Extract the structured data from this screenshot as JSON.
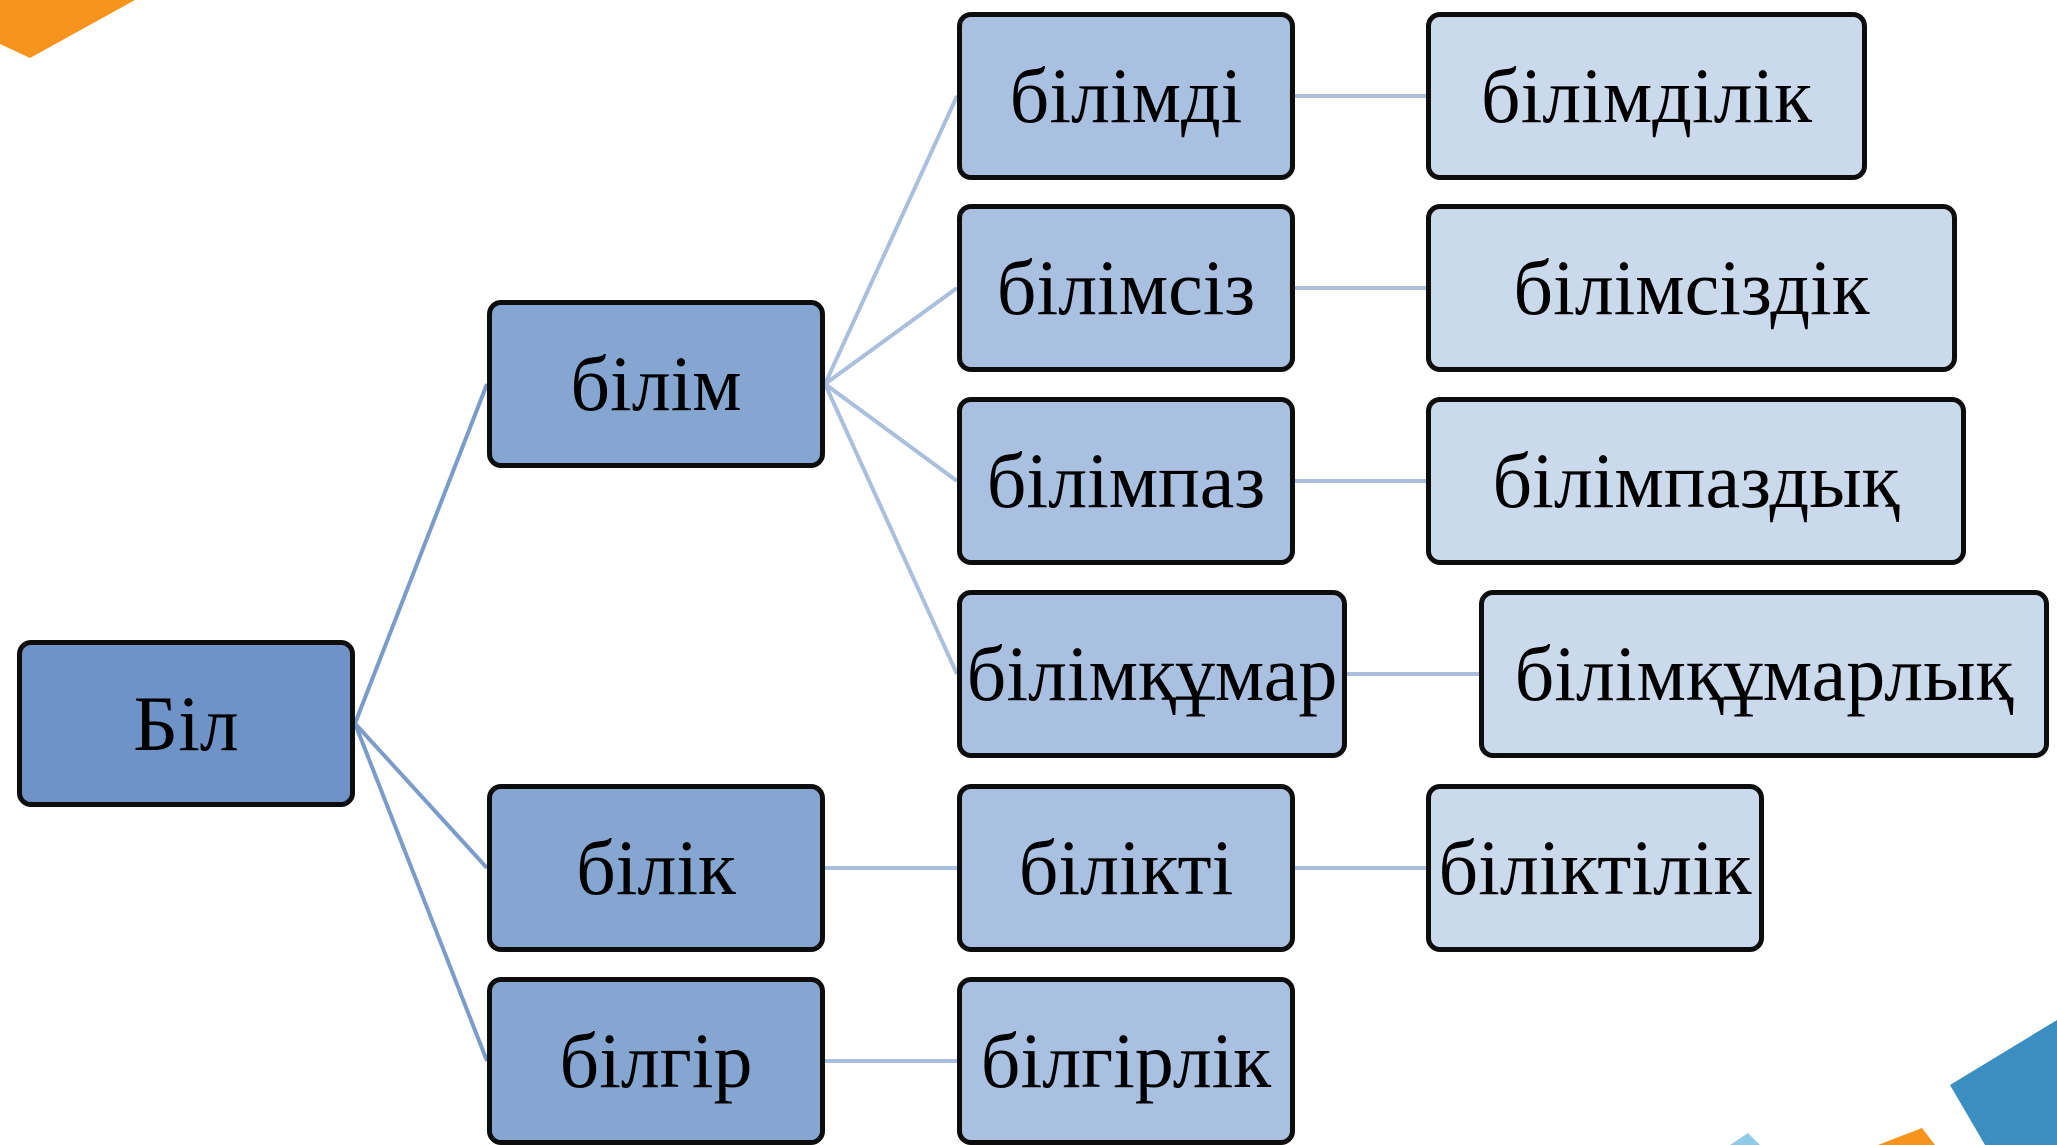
{
  "diagram": {
    "nodes": [
      {
        "id": "root",
        "label": "Біл",
        "level": 0
      },
      {
        "id": "bilim",
        "label": "білім",
        "level": 1
      },
      {
        "id": "bilik",
        "label": "білік",
        "level": 1
      },
      {
        "id": "bilgir",
        "label": "білгір",
        "level": 1
      },
      {
        "id": "bilimdi",
        "label": "білімді",
        "level": 2
      },
      {
        "id": "bilimsiz",
        "label": "білімсіз",
        "level": 2
      },
      {
        "id": "bilimpaz",
        "label": "білімпаз",
        "level": 2
      },
      {
        "id": "bilimqumar",
        "label": "білімқұмар",
        "level": 2
      },
      {
        "id": "bilikti",
        "label": "білікті",
        "level": 2
      },
      {
        "id": "bilgirlik",
        "label": "білгірлік",
        "level": 2
      },
      {
        "id": "bilimdilik",
        "label": "білімділік",
        "level": 3
      },
      {
        "id": "bilimsizdik",
        "label": "білімсіздік",
        "level": 3
      },
      {
        "id": "bilimpazdyq",
        "label": "білімпаздық",
        "level": 3
      },
      {
        "id": "bilimqumarlyq",
        "label": "білімқұмарлық",
        "level": 3
      },
      {
        "id": "biliktilik",
        "label": "біліктілік",
        "level": 3
      }
    ],
    "edges": [
      [
        "root",
        "bilim"
      ],
      [
        "root",
        "bilik"
      ],
      [
        "root",
        "bilgir"
      ],
      [
        "bilim",
        "bilimdi"
      ],
      [
        "bilim",
        "bilimsiz"
      ],
      [
        "bilim",
        "bilimpaz"
      ],
      [
        "bilim",
        "bilimqumar"
      ],
      [
        "bilik",
        "bilikti"
      ],
      [
        "bilgir",
        "bilgirlik"
      ],
      [
        "bilimdi",
        "bilimdilik"
      ],
      [
        "bilimsiz",
        "bilimsizdik"
      ],
      [
        "bilimpaz",
        "bilimpazdyq"
      ],
      [
        "bilimqumar",
        "bilimqumarlyq"
      ],
      [
        "bilikti",
        "biliktilik"
      ]
    ],
    "colors": {
      "level0": "#6f93c6",
      "level1": "#84a6d0",
      "level2": "#a9c0e0",
      "level3": "#cbd9ec",
      "connector_primary": "#7b9cc9",
      "connector_secondary": "#a9bfdd",
      "accent_orange": "#f7941d",
      "accent_blue": "#3b8fc0"
    }
  }
}
